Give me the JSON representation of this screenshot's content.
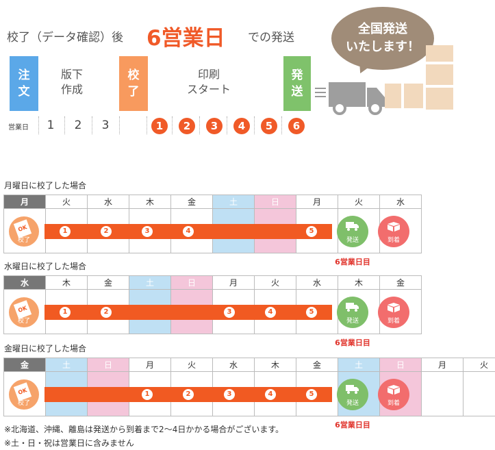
{
  "header": {
    "title_pre": "校了（データ確認）後",
    "title_big": "6営業日",
    "title_post": "での発送",
    "bubble_line1": "全国発送",
    "bubble_line2": "いたします！"
  },
  "flow": {
    "order_line1": "注",
    "order_line2": "文",
    "prep_line1": "版下",
    "prep_line2": "作成",
    "proof_line1": "校",
    "proof_line2": "了",
    "print_line1": "印刷",
    "print_line2": "スタート",
    "ship_line1": "発",
    "ship_line2": "送",
    "days_label": "営業日",
    "prep_days": [
      "1",
      "2",
      "3"
    ],
    "prod_days": [
      "1",
      "2",
      "3",
      "4",
      "5",
      "6"
    ]
  },
  "icons": {
    "ok_paper": "OK",
    "ok_label": "校了",
    "ship_label": "発送",
    "arrive_label": "到着"
  },
  "calendars": [
    {
      "title": "月曜日に校了した場合",
      "days": [
        "月",
        "火",
        "水",
        "木",
        "金",
        "土",
        "日",
        "月",
        "火",
        "水"
      ],
      "kinds": [
        "start",
        "",
        "",
        "",
        "",
        "sat",
        "sun",
        "",
        "",
        ""
      ],
      "nums": [
        "",
        "1",
        "2",
        "3",
        "4",
        "",
        "",
        "5",
        "",
        ""
      ],
      "note": "6営業日目"
    },
    {
      "title": "水曜日に校了した場合",
      "days": [
        "水",
        "木",
        "金",
        "土",
        "日",
        "月",
        "火",
        "水",
        "木",
        "金"
      ],
      "kinds": [
        "start",
        "",
        "",
        "sat",
        "sun",
        "",
        "",
        "",
        "",
        ""
      ],
      "nums": [
        "",
        "1",
        "2",
        "",
        "",
        "3",
        "4",
        "5",
        "",
        ""
      ],
      "note": "6営業日目"
    },
    {
      "title": "金曜日に校了した場合",
      "days": [
        "金",
        "土",
        "日",
        "月",
        "火",
        "水",
        "木",
        "金",
        "土",
        "日",
        "月",
        "火"
      ],
      "kinds": [
        "start",
        "sat",
        "sun",
        "",
        "",
        "",
        "",
        "",
        "sat",
        "sun",
        "",
        ""
      ],
      "nums": [
        "",
        "",
        "",
        "1",
        "2",
        "3",
        "4",
        "5",
        "",
        "",
        "",
        ""
      ],
      "note": "6営業日目"
    }
  ],
  "notes": {
    "line1": "※北海道、沖縄、離島は発送から到着まで2～4日かかる場合がございます。",
    "line2": "※土・日・祝は営業日に含みません"
  },
  "colors": {
    "orange": "#f15a22",
    "blue_step": "#5ba8e8",
    "orange_step": "#f89a5e",
    "green_step": "#7fc26b",
    "bubble": "#a08c78",
    "sat": "#bfe0f4",
    "sun": "#f4c6da",
    "start_header": "#777777"
  }
}
